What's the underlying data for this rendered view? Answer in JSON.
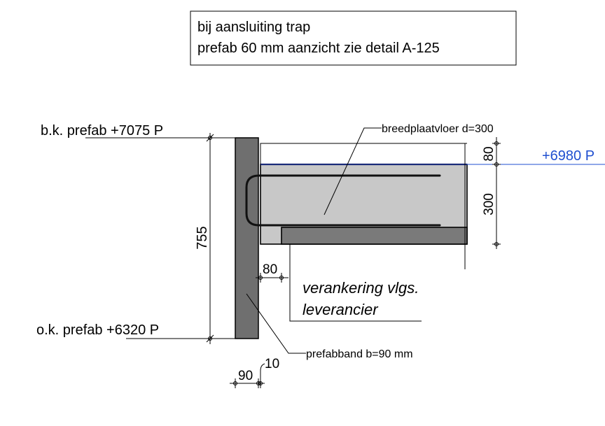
{
  "note": {
    "line1": "bij aansluiting trap",
    "line2": "prefab 60 mm aanzicht zie detail A-125"
  },
  "levels": {
    "top_label": "b.k. prefab +7075 P",
    "bottom_label": "o.k. prefab +6320 P",
    "floor_level": "+6980 P"
  },
  "dimensions": {
    "height_total": "755",
    "slab_top": "80",
    "slab_depth": "300",
    "offset": "80",
    "band_width": "90",
    "gap": "10"
  },
  "callouts": {
    "slab": "breedplaatvloer d=300",
    "anchor_line1": "verankering vlgs.",
    "anchor_line2": "leverancier",
    "band": "prefabband b=90 mm"
  },
  "colors": {
    "prefab_fill": "#6f6f6f",
    "slab_fill": "#c8c8c8",
    "plank_fill": "#7a7a7a",
    "level_blue": "#1f4fd0",
    "top_edge_blue": "#1a2b7a"
  }
}
